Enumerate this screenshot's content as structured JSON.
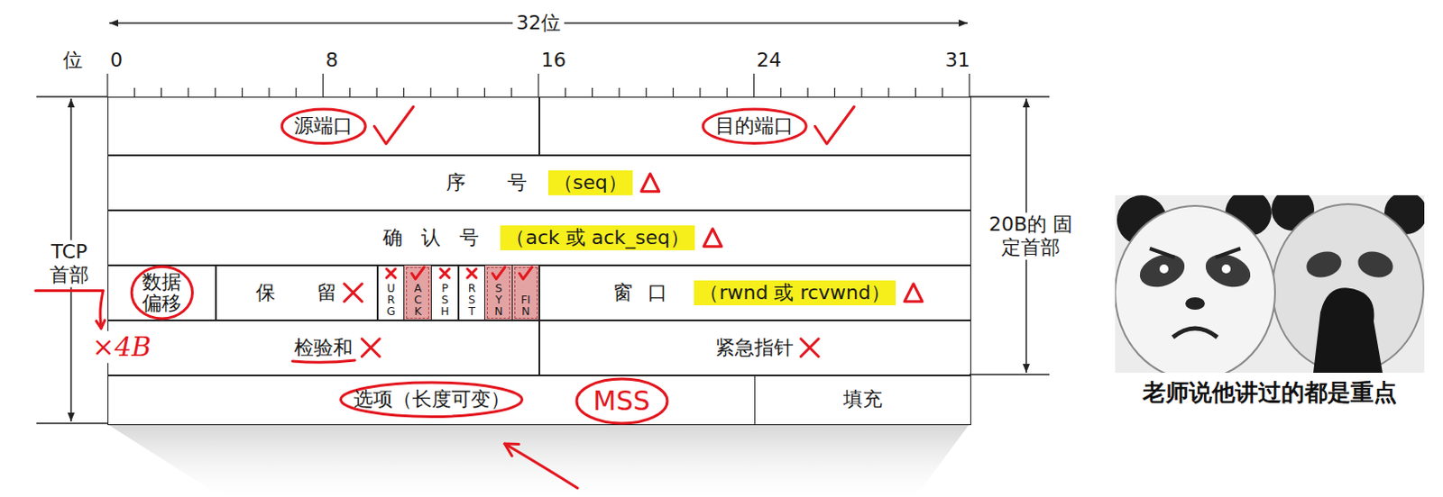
{
  "diagram": {
    "nodes": [
      {
        "text": [
          "源端口"
        ]
      },
      {
        "text": [
          "目的端口"
        ]
      },
      {
        "text": [
          "序 号",
          "（seq）"
        ]
      },
      {
        "text": [
          "确 认 号",
          "（ack 或 ack_seq）"
        ]
      },
      {
        "text": [
          "数据 偏移"
        ]
      },
      {
        "text": [
          "保 留"
        ]
      },
      {
        "text": [
          "URG"
        ]
      },
      {
        "text": [
          "ACK"
        ]
      },
      {
        "text": [
          "PSH"
        ]
      },
      {
        "text": [
          "RST"
        ]
      },
      {
        "text": [
          "SYN"
        ]
      },
      {
        "text": [
          "FIN"
        ]
      },
      {
        "text": [
          "窗 口",
          "（rwnd 或 rcvwnd）"
        ]
      },
      {
        "text": [
          "检验和"
        ]
      },
      {
        "text": [
          "紧急指针"
        ]
      },
      {
        "text": [
          "选项（长度可变）"
        ]
      },
      {
        "text": [
          "填充"
        ]
      },
      {
        "text": [
          "MSS"
        ],
        "in": 15
      }
    ],
    "labels": [
      "32位",
      "位",
      "0",
      "8",
      "16",
      "24",
      "31",
      "TCP 首部",
      "20B的 固定首部",
      "×4B",
      "老师说他讲过的都是重点"
    ]
  }
}
